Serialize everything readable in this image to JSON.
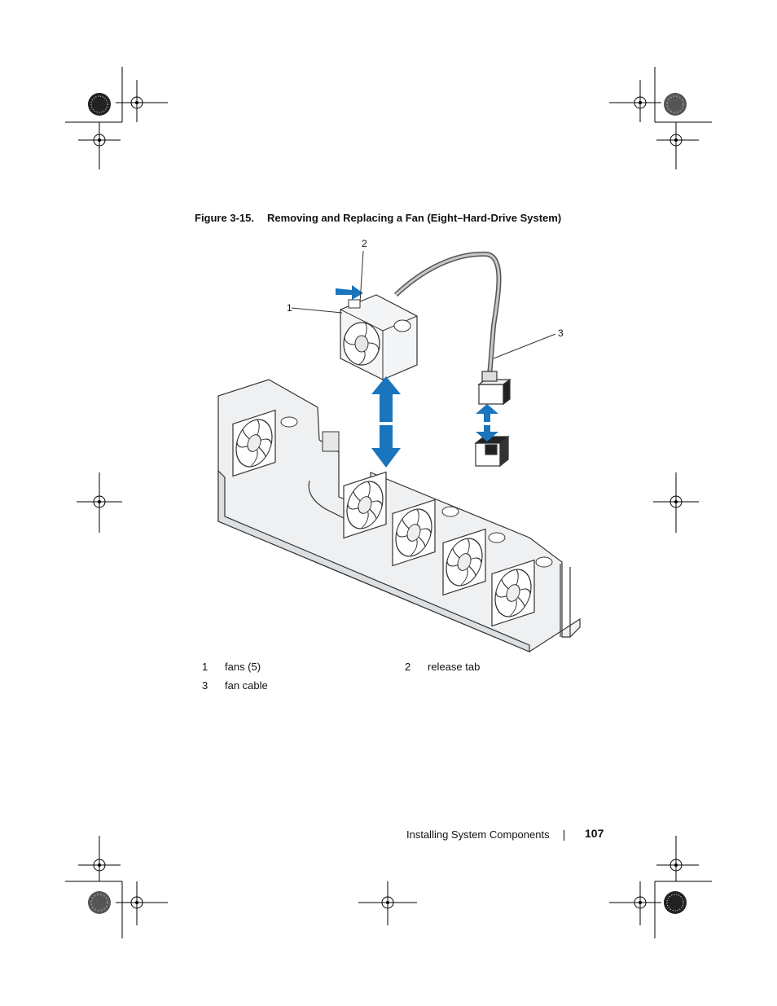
{
  "figure": {
    "number": "Figure 3-15.",
    "title": "Removing and Replacing a Fan (Eight–Hard-Drive System)",
    "callouts": [
      {
        "num": "1"
      },
      {
        "num": "2"
      },
      {
        "num": "3"
      }
    ]
  },
  "legend": [
    {
      "num": "1",
      "label": "fans (5)"
    },
    {
      "num": "2",
      "label": "release tab"
    },
    {
      "num": "3",
      "label": "fan cable"
    }
  ],
  "footer": {
    "section": "Installing System Components",
    "page": "107"
  },
  "colors": {
    "arrow": "#1a75bc",
    "line": "#333333",
    "fill_light": "#eef0f2"
  }
}
